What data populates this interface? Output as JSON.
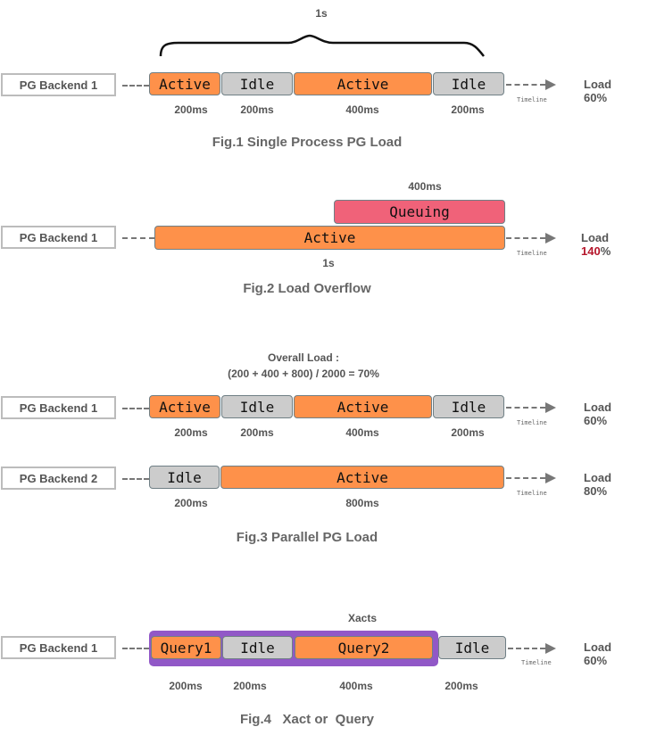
{
  "colors": {
    "active": "#fe914a",
    "idle": "#cccccc",
    "queuing": "#f06279",
    "xact": "#9158c7",
    "overflow_highlight": "#b5162b"
  },
  "timeline_label": "Timeline",
  "fig1": {
    "backend": "PG Backend 1",
    "brace_label": "1s",
    "segments": [
      {
        "label": "Active",
        "state": "active",
        "duration": "200ms"
      },
      {
        "label": "Idle",
        "state": "idle",
        "duration": "200ms"
      },
      {
        "label": "Active",
        "state": "active",
        "duration": "400ms"
      },
      {
        "label": "Idle",
        "state": "idle",
        "duration": "200ms"
      }
    ],
    "load": "Load 60%",
    "caption": "Fig.1 Single Process PG Load"
  },
  "fig2": {
    "backend": "PG Backend 1",
    "queuing": {
      "label": "Queuing",
      "duration": "400ms"
    },
    "active": {
      "label": "Active",
      "duration": "1s"
    },
    "load_prefix": "Load ",
    "load_value": "140",
    "load_suffix": "%",
    "caption": "Fig.2  Load Overflow"
  },
  "fig3": {
    "overall_title": "Overall Load :",
    "overall_formula": "(200 + 400 + 800) / 2000 = 70%",
    "backend1": {
      "name": "PG Backend 1",
      "segments": [
        {
          "label": "Active",
          "state": "active",
          "duration": "200ms"
        },
        {
          "label": "Idle",
          "state": "idle",
          "duration": "200ms"
        },
        {
          "label": "Active",
          "state": "active",
          "duration": "400ms"
        },
        {
          "label": "Idle",
          "state": "idle",
          "duration": "200ms"
        }
      ],
      "load": "Load 60%"
    },
    "backend2": {
      "name": "PG Backend 2",
      "segments": [
        {
          "label": "Idle",
          "state": "idle",
          "duration": "200ms"
        },
        {
          "label": "Active",
          "state": "active",
          "duration": "800ms"
        }
      ],
      "load": "Load 80%"
    },
    "caption": "Fig.3 Parallel PG Load"
  },
  "fig4": {
    "backend": "PG Backend 1",
    "xact_label": "Xacts",
    "segments": [
      {
        "label": "Query1",
        "state": "active",
        "duration": "200ms"
      },
      {
        "label": "Idle",
        "state": "idle",
        "duration": "200ms"
      },
      {
        "label": "Query2",
        "state": "active",
        "duration": "400ms"
      },
      {
        "label": "Idle",
        "state": "idle",
        "duration": "200ms"
      }
    ],
    "load": "Load 60%",
    "caption": "Fig.4   Xact or  Query"
  }
}
